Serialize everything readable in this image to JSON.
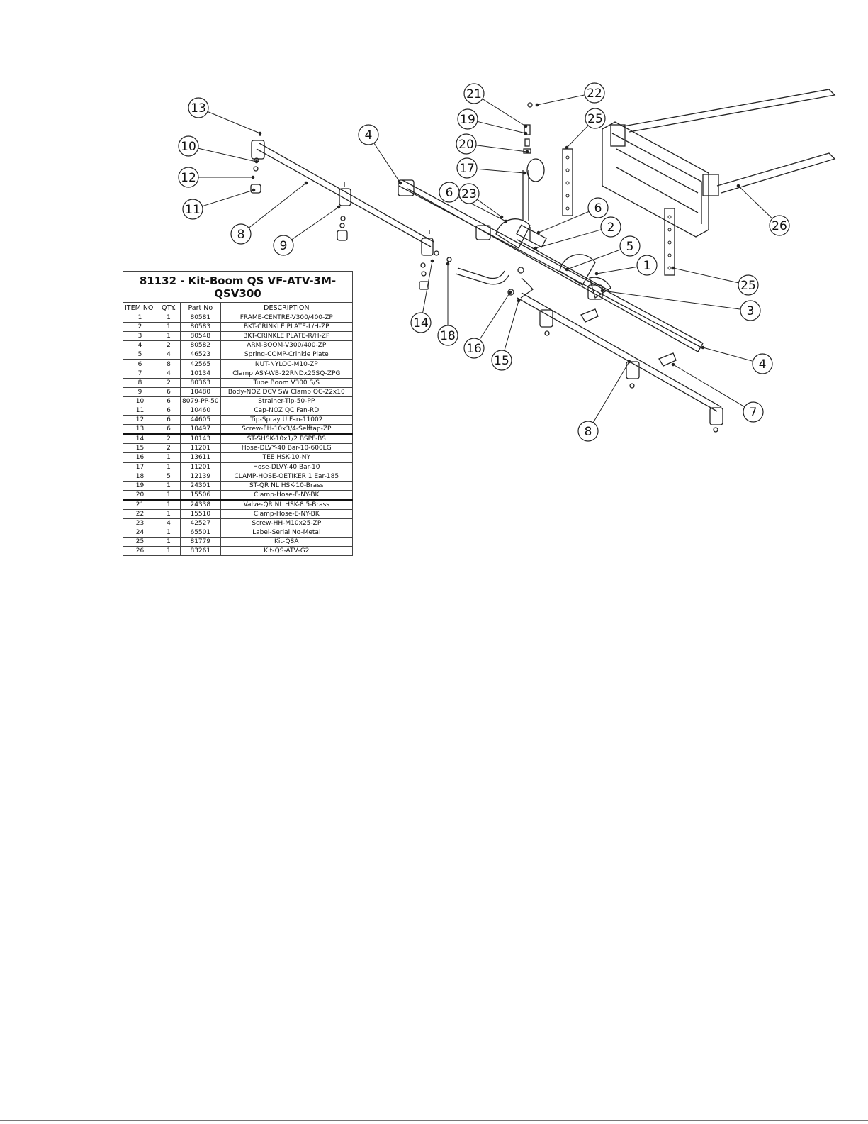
{
  "bom": {
    "title": "81132 - Kit-Boom QS VF-ATV-3M-QSV300",
    "headers": {
      "item": "ITEM NO.",
      "qty": "QTY.",
      "part": "Part No",
      "desc": "DESCRIPTION"
    },
    "rows": [
      {
        "item": "1",
        "qty": "1",
        "part": "80581",
        "desc": "FRAME-CENTRE-V300/400-ZP"
      },
      {
        "item": "2",
        "qty": "1",
        "part": "80583",
        "desc": "BKT-CRINKLE PLATE-L/H-ZP"
      },
      {
        "item": "3",
        "qty": "1",
        "part": "80548",
        "desc": "BKT-CRINKLE PLATE-R/H-ZP"
      },
      {
        "item": "4",
        "qty": "2",
        "part": "80582",
        "desc": "ARM-BOOM-V300/400-ZP"
      },
      {
        "item": "5",
        "qty": "4",
        "part": "46523",
        "desc": "Spring-COMP-Crinkle Plate"
      },
      {
        "item": "6",
        "qty": "8",
        "part": "42565",
        "desc": "NUT-NYLOC-M10-ZP"
      },
      {
        "item": "7",
        "qty": "4",
        "part": "10134",
        "desc": "Clamp ASY-WB-22RNDx25SQ-ZPG"
      },
      {
        "item": "8",
        "qty": "2",
        "part": "80363",
        "desc": "Tube Boom V300 S/S"
      },
      {
        "item": "9",
        "qty": "6",
        "part": "10480",
        "desc": "Body-NOZ DCV SW Clamp QC-22x10"
      },
      {
        "item": "10",
        "qty": "6",
        "part": "8079-PP-50",
        "desc": "Strainer-Tip-50-PP"
      },
      {
        "item": "11",
        "qty": "6",
        "part": "10460",
        "desc": "Cap-NOZ QC Fan-RD"
      },
      {
        "item": "12",
        "qty": "6",
        "part": "44605",
        "desc": "Tip-Spray U Fan-11002"
      },
      {
        "item": "13",
        "qty": "6",
        "part": "10497",
        "desc": "Screw-FH-10x3/4-Selftap-ZP"
      },
      {
        "item": "14",
        "qty": "2",
        "part": "10143",
        "desc": "ST-SHSK-10x1/2 BSPF-BS"
      },
      {
        "item": "15",
        "qty": "2",
        "part": "11201",
        "desc": "Hose-DLVY-40 Bar-10-600LG"
      },
      {
        "item": "16",
        "qty": "1",
        "part": "13611",
        "desc": "TEE HSK-10-NY"
      },
      {
        "item": "17",
        "qty": "1",
        "part": "11201",
        "desc": "Hose-DLVY-40 Bar-10"
      },
      {
        "item": "18",
        "qty": "5",
        "part": "12139",
        "desc": "CLAMP-HOSE-OETIKER 1 Ear-185"
      },
      {
        "item": "19",
        "qty": "1",
        "part": "24301",
        "desc": "ST-QR NL HSK-10-Brass"
      },
      {
        "item": "20",
        "qty": "1",
        "part": "15506",
        "desc": "Clamp-Hose-F-NY-BK"
      },
      {
        "item": "21",
        "qty": "1",
        "part": "24338",
        "desc": "Valve-QR NL HSK-8.5-Brass"
      },
      {
        "item": "22",
        "qty": "1",
        "part": "15510",
        "desc": "Clamp-Hose-E-NY-BK"
      },
      {
        "item": "23",
        "qty": "4",
        "part": "42527",
        "desc": "Screw-HH-M10x25-ZP"
      },
      {
        "item": "24",
        "qty": "1",
        "part": "65501",
        "desc": "Label-Serial No-Metal"
      },
      {
        "item": "25",
        "qty": "1",
        "part": "81779",
        "desc": "Kit-QSA"
      },
      {
        "item": "26",
        "qty": "1",
        "part": "83261",
        "desc": "Kit-QS-ATV-G2"
      }
    ]
  },
  "balloons": [
    {
      "label": "13"
    },
    {
      "label": "10"
    },
    {
      "label": "12"
    },
    {
      "label": "11"
    },
    {
      "label": "8"
    },
    {
      "label": "9"
    },
    {
      "label": "4"
    },
    {
      "label": "21"
    },
    {
      "label": "22"
    },
    {
      "label": "19"
    },
    {
      "label": "20"
    },
    {
      "label": "17"
    },
    {
      "label": "25"
    },
    {
      "label": "6"
    },
    {
      "label": "23"
    },
    {
      "label": "6"
    },
    {
      "label": "2"
    },
    {
      "label": "5"
    },
    {
      "label": "1"
    },
    {
      "label": "26"
    },
    {
      "label": "25"
    },
    {
      "label": "3"
    },
    {
      "label": "4"
    },
    {
      "label": "14"
    },
    {
      "label": "18"
    },
    {
      "label": "16"
    },
    {
      "label": "15"
    },
    {
      "label": "7"
    },
    {
      "label": "8"
    }
  ],
  "colors": {
    "line": "#222222",
    "link": "#3344cc"
  }
}
